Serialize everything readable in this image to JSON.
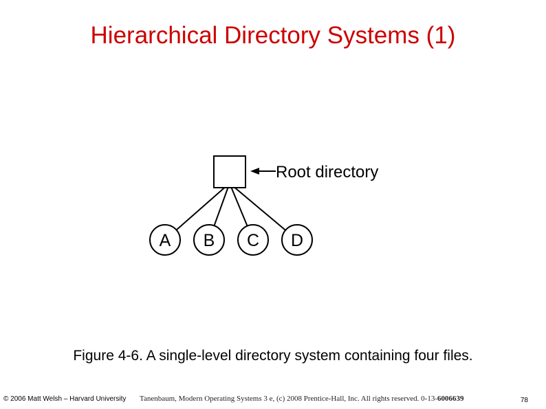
{
  "slide": {
    "title": "Hierarchical Directory Systems (1)",
    "title_color": "#cc0000",
    "caption": "Figure 4-6. A single-level directory system containing four files.",
    "page_number": "78"
  },
  "diagram": {
    "root_label": "Root directory",
    "files": [
      "A",
      "B",
      "C",
      "D"
    ],
    "stroke_color": "#000000"
  },
  "footer": {
    "credit": "© 2006 Matt Welsh – Harvard University",
    "source_prefix": "Tanenbaum, Modern Operating Systems 3 e, (c) 2008 Prentice-Hall, Inc. All rights reserved. 0-13-",
    "source_isbn": "6006639"
  }
}
